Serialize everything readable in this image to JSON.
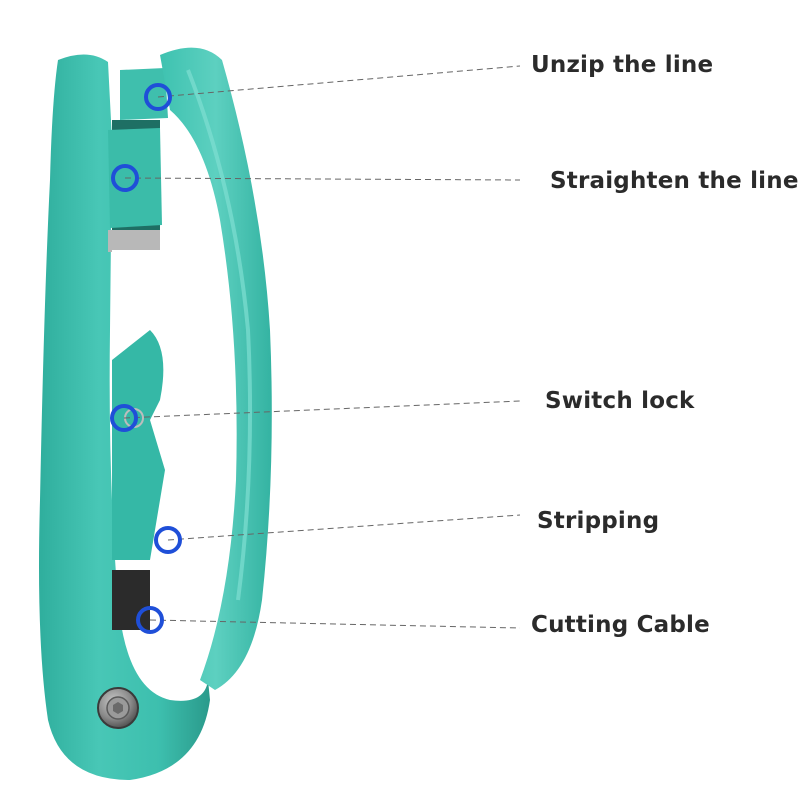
{
  "colors": {
    "body": "#3dbfae",
    "body_light": "#6fd4c6",
    "body_dark": "#2a9a8b",
    "marker": "#1f4fd8",
    "line": "#555555",
    "label": "#2b2b2b"
  },
  "callouts": [
    {
      "id": "unzip",
      "label": "Unzip the line"
    },
    {
      "id": "straighten",
      "label": "Straighten the line"
    },
    {
      "id": "switch-lock",
      "label": "Switch lock"
    },
    {
      "id": "stripping",
      "label": "Stripping"
    },
    {
      "id": "cutting",
      "label": "Cutting Cable"
    }
  ]
}
